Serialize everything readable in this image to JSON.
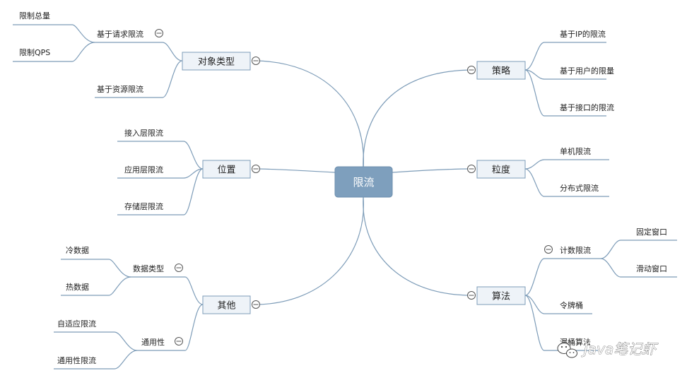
{
  "center": {
    "label": "限流"
  },
  "right": {
    "strategy": {
      "label": "策略",
      "children": [
        "基于IP的限流",
        "基于用户的限量",
        "基于接口的限流"
      ]
    },
    "granularity": {
      "label": "粒度",
      "children": [
        "单机限流",
        "分布式限流"
      ]
    },
    "algorithm": {
      "label": "算法",
      "counter": {
        "label": "计数限流",
        "children": [
          "固定窗口",
          "滑动窗口"
        ]
      },
      "token_bucket": "令牌桶",
      "leaky_bucket": "漏桶算法"
    }
  },
  "left": {
    "object_type": {
      "label": "对象类型",
      "request": {
        "label": "基于请求限流",
        "children": [
          "限制总量",
          "限制QPS"
        ]
      },
      "resource": "基于资源限流"
    },
    "position": {
      "label": "位置",
      "children": [
        "接入层限流",
        "应用层限流",
        "存储层限流"
      ]
    },
    "other": {
      "label": "其他",
      "data_type": {
        "label": "数据类型",
        "children": [
          "冷数据",
          "热数据"
        ]
      },
      "generality": {
        "label": "通用性",
        "children": [
          "自适应限流",
          "通用性限流"
        ]
      }
    }
  },
  "watermark": {
    "text": "Java笔记虾",
    "icon": "wechat-icon"
  }
}
